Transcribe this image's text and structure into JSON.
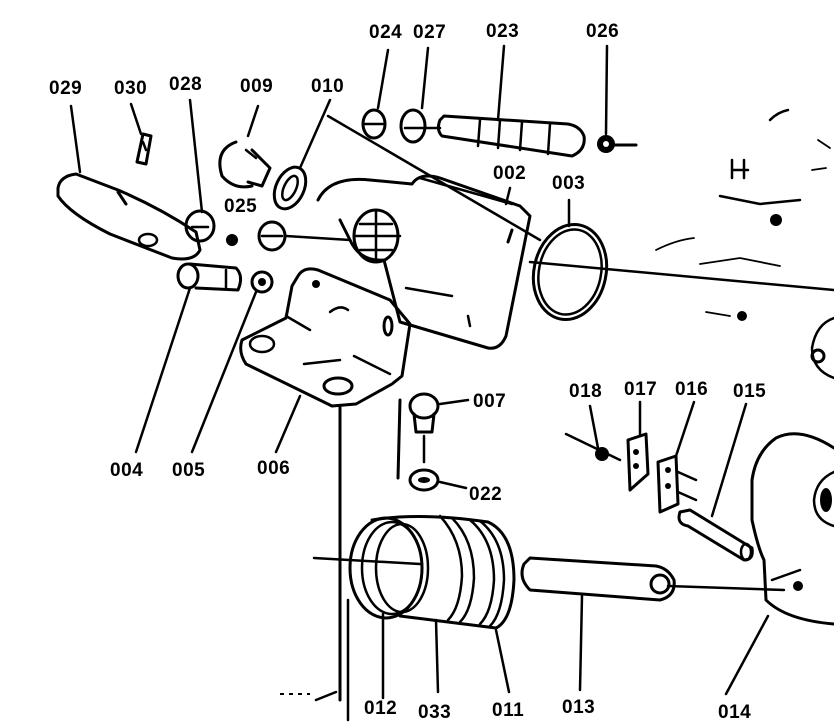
{
  "diagram": {
    "type": "exploded-parts-diagram",
    "ink_color": "#000000",
    "background_color": "#ffffff",
    "part_labels": {
      "p029": "029",
      "p030": "030",
      "p028": "028",
      "p009": "009",
      "p010": "010",
      "p024": "024",
      "p027": "027",
      "p023": "023",
      "p026": "026",
      "p025": "025",
      "p002": "002",
      "p003": "003",
      "p004": "004",
      "p005": "005",
      "p006": "006",
      "p007": "007",
      "p022": "022",
      "p018": "018",
      "p017": "017",
      "p016": "016",
      "p015": "015",
      "p012": "012",
      "p033": "033",
      "p011": "011",
      "p013": "013",
      "p014": "014"
    }
  }
}
